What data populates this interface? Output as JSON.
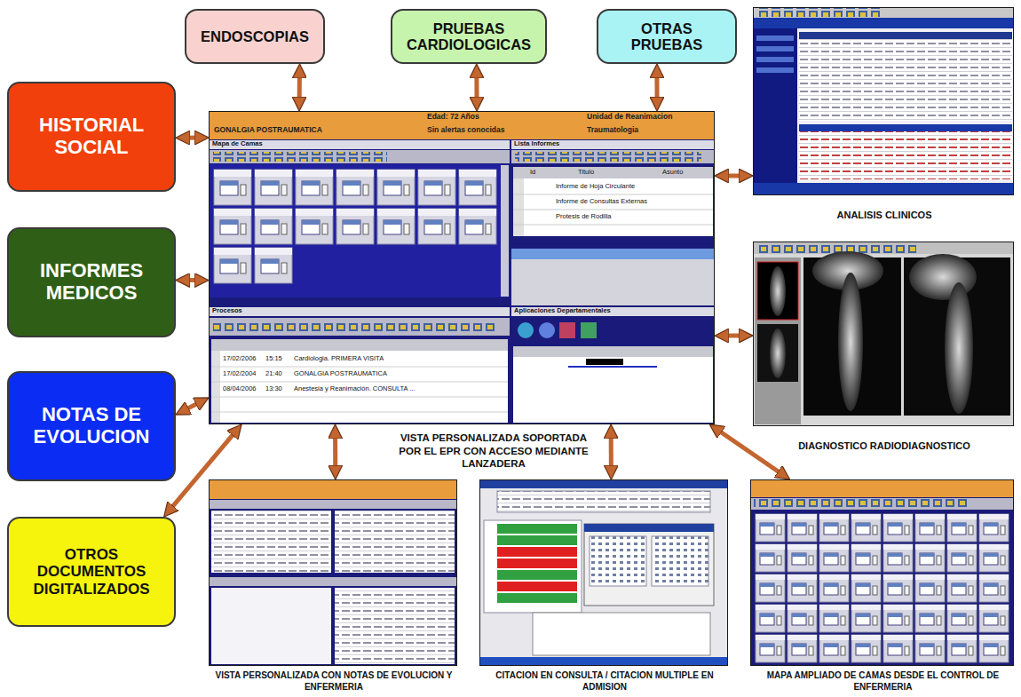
{
  "diagram": {
    "nodes": [
      {
        "text": [
          "ENDOSCOPIAS"
        ]
      },
      {
        "text": [
          "PRUEBAS CARDIOLOGICAS"
        ]
      },
      {
        "text": [
          "OTRAS PRUEBAS"
        ]
      },
      {
        "text": [
          "ANALISIS CLINICOS"
        ]
      },
      {
        "text": [
          "HISTORIAL SOCIAL"
        ]
      },
      {
        "text": [
          "VISTA PERSONALIZADA SOPORTADA POR EL EPR CON ACCESO MEDIANTE LANZADERA"
        ]
      },
      {
        "text": [
          "INFORMES MEDICOS"
        ]
      },
      {
        "text": [
          "DIAGNOSTICO RADIODIAGNOSTICO"
        ]
      },
      {
        "text": [
          "NOTAS DE EVOLUCION"
        ]
      },
      {
        "text": [
          "OTROS DOCUMENTOS DIGITALIZADOS"
        ]
      },
      {
        "text": [
          "VISTA PERSONALIZADA CON NOTAS DE EVOLUCION Y ENFERMERIA"
        ]
      },
      {
        "text": [
          "CITACION EN CONSULTA / CITACION MULTIPLE EN ADMISION"
        ]
      },
      {
        "text": [
          "MAPA AMPLIADO DE CAMAS DESDE EL CONTROL DE ENFERMERIA"
        ]
      }
    ],
    "edges": [
      {
        "from": 0,
        "to": 5,
        "arrow": "both"
      },
      {
        "from": 1,
        "to": 5,
        "arrow": "both"
      },
      {
        "from": 2,
        "to": 5,
        "arrow": "both"
      },
      {
        "from": 3,
        "to": 5,
        "arrow": "both"
      },
      {
        "from": 4,
        "to": 5,
        "arrow": "both"
      },
      {
        "from": 6,
        "to": 5,
        "arrow": "both"
      },
      {
        "from": 7,
        "to": 5,
        "arrow": "both"
      },
      {
        "from": 8,
        "to": 5,
        "arrow": "both"
      },
      {
        "from": 9,
        "to": 5,
        "arrow": "both"
      },
      {
        "from": 10,
        "to": 5,
        "arrow": "both"
      },
      {
        "from": 11,
        "to": 5,
        "arrow": "both"
      },
      {
        "from": 12,
        "to": 5,
        "arrow": "both"
      }
    ],
    "labels": [
      "Edad: 72 Años",
      "Unidad de Reanimacion",
      "GONALGIA POSTRAUMATICA",
      "Sin alertas conocidas",
      "Traumatologia",
      "Mapa de Camas",
      "Lista Informes",
      "Id",
      "Titulo",
      "Asunto",
      "Informe de Hoja Circulante",
      "Informe de Consultas Externas",
      "Protesis de Rodilla",
      "Procesos",
      "Aplicaciones Departamentales",
      "17/02/2006",
      "15:15",
      "Cardiologia. PRIMERA VISITA",
      "17/02/2004",
      "21:40",
      "GONALGIA POSTRAUMATICA",
      "08/04/2006",
      "13:30",
      "Anestesia y Reanimación. CONSULTA ..."
    ]
  }
}
